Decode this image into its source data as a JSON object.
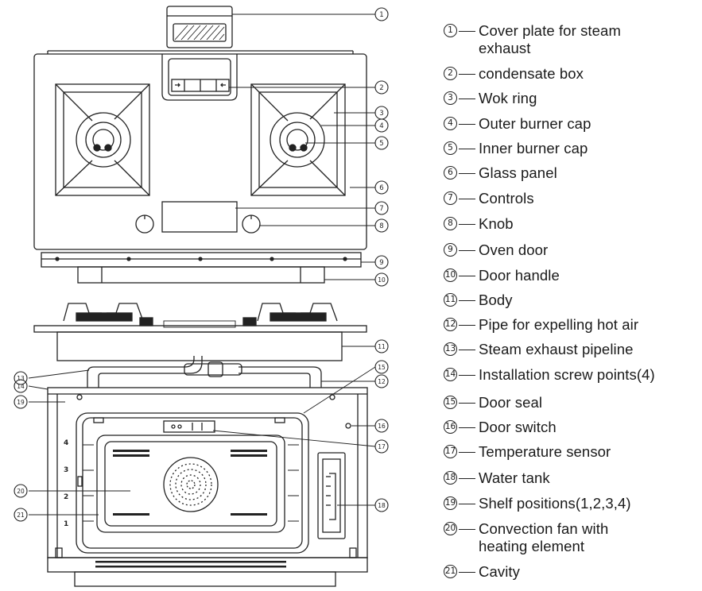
{
  "callouts": [
    {
      "num": "1",
      "label": "Cover plate for steam exhaust"
    },
    {
      "num": "2",
      "label": "condensate box"
    },
    {
      "num": "3",
      "label": "Wok ring"
    },
    {
      "num": "4",
      "label": "Outer burner cap"
    },
    {
      "num": "5",
      "label": "Inner burner cap"
    },
    {
      "num": "6",
      "label": "Glass panel"
    },
    {
      "num": "7",
      "label": "Controls"
    },
    {
      "num": "8",
      "label": "Knob"
    },
    {
      "num": "9",
      "label": "Oven door"
    },
    {
      "num": "10",
      "label": "Door handle"
    },
    {
      "num": "11",
      "label": "Body"
    },
    {
      "num": "12",
      "label": "Pipe for expelling hot air"
    },
    {
      "num": "13",
      "label": "Steam exhaust pipeline"
    },
    {
      "num": "14",
      "label": "Installation screw points(4)"
    },
    {
      "num": "15",
      "label": "Door seal"
    },
    {
      "num": "16",
      "label": "Door switch"
    },
    {
      "num": "17",
      "label": "Temperature sensor"
    },
    {
      "num": "18",
      "label": "Water tank"
    },
    {
      "num": "19",
      "label": "Shelf positions(1,2,3,4)"
    },
    {
      "num": "20",
      "label": "Convection fan with heating element"
    },
    {
      "num": "21",
      "label": "Cavity"
    }
  ],
  "shelf_numbers": [
    "4",
    "3",
    "2",
    "1"
  ],
  "line_color": "#222222"
}
